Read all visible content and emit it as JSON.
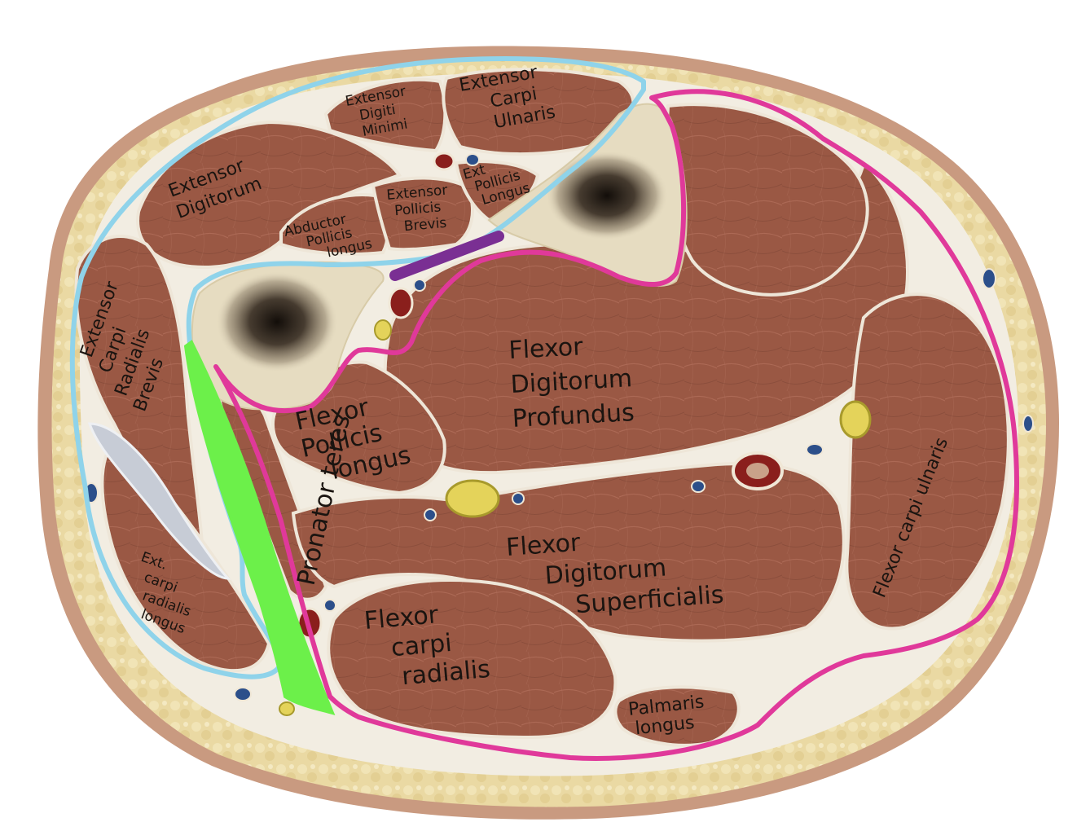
{
  "colors": {
    "skin": "#c89a80",
    "fat": "#e9d9a4",
    "muscle": "#9c5a46",
    "muscle_dark": "#7e4534",
    "fascia": "#f3efe6",
    "bone": "#e6dcc1",
    "marrow": "#1a140f",
    "line_extensor": "#8fd3ea",
    "line_flexor": "#e0399a",
    "line_interosseous": "#7a2f93",
    "line_pronator": "#6cf04a"
  },
  "labels": {
    "extensor_digiti_minimi": [
      "Extensor",
      "Digiti",
      "Minimi"
    ],
    "extensor_carpi_ulnaris": [
      "Extensor",
      "Carpi",
      "Ulnaris"
    ],
    "extensor_digitorum": [
      "Extensor",
      "Digitorum"
    ],
    "ext_pollicis_longus": [
      "Ext",
      "Pollicis",
      "Longus"
    ],
    "extensor_pollicis_brevis": [
      "Extensor",
      "Pollicis",
      "Brevis"
    ],
    "abductor_pollicis_longus": [
      "Abductor",
      "Pollicis",
      "longus"
    ],
    "extensor_carpi_radialis_brevis": [
      "Extensor",
      "Carpi",
      "Radialis",
      "Brevis"
    ],
    "flexor_digitorum_profundus": [
      "Flexor",
      "Digitorum",
      "Profundus"
    ],
    "flexor_pollicis_longus": [
      "Flexor",
      "Pollicis",
      "longus"
    ],
    "pronator_teres": "Pronator teres",
    "flexor_carpi_ulnaris": "Flexor carpi ulnaris",
    "flexor_digitorum_superficialis": [
      "Flexor",
      "Digitorum",
      "Superficialis"
    ],
    "ext_carpi_radialis_longus": [
      "Ext.",
      "carpi",
      "radialis",
      "longus"
    ],
    "flexor_carpi_radialis": [
      "Flexor",
      "carpi",
      "radialis"
    ],
    "palmaris_longus": [
      "Palmaris",
      "longus"
    ]
  }
}
